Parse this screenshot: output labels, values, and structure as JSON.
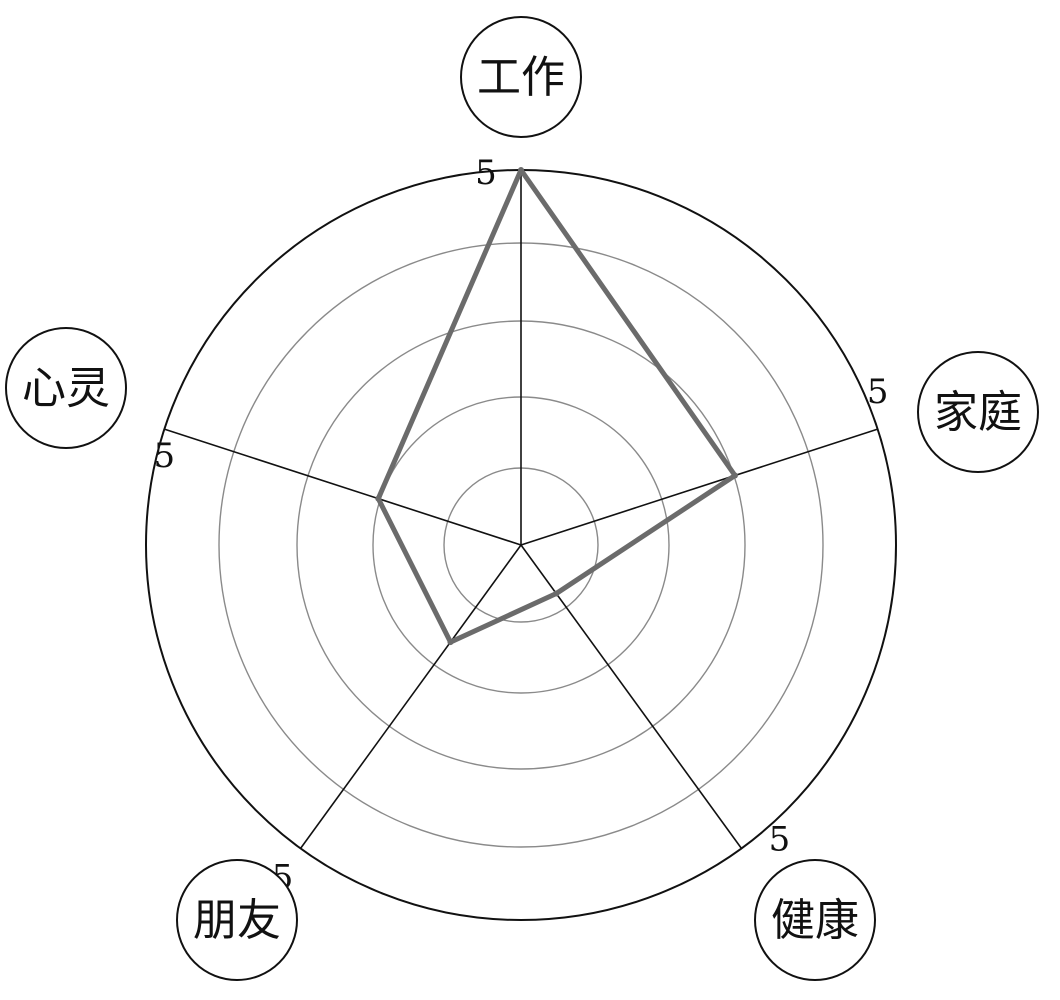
{
  "chart_data": {
    "type": "radar",
    "title": "",
    "axes": [
      "工作",
      "家庭",
      "健康",
      "朋友",
      "心灵"
    ],
    "series": [
      {
        "values": [
          5,
          3,
          0.8,
          1.6,
          2
        ]
      }
    ],
    "range": [
      0,
      5
    ],
    "rings": [
      1,
      2,
      3,
      4,
      5
    ],
    "max_tick_label": "5",
    "colors": {
      "series_line": "#6b6b6b",
      "rings": "#8a8a8a",
      "axes": "#111111",
      "outer_ring": "#111111"
    }
  }
}
